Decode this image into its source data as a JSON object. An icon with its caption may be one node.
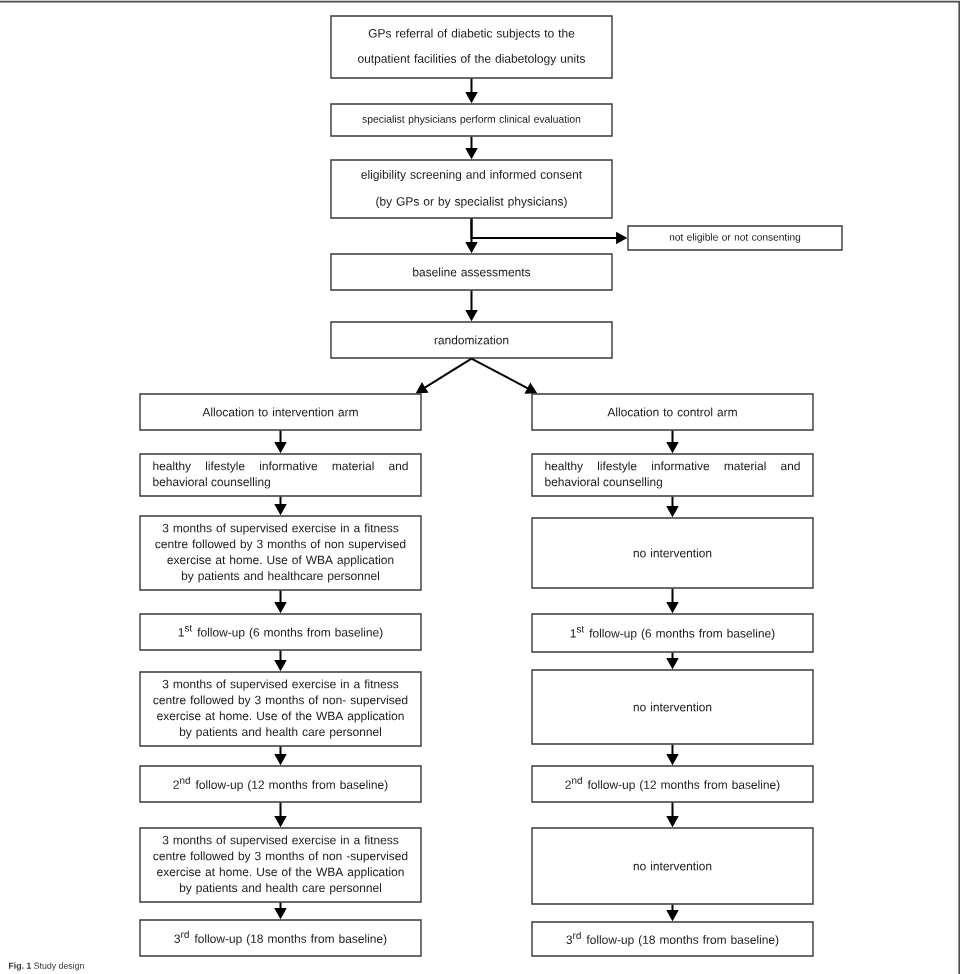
{
  "diagram": {
    "caption": "**Fig. 1** Study design",
    "nodes": [
      {
        "text": [
          "GPs referral of diabetic subjects to the outpatient facilities of the diabetology units"
        ]
      },
      {
        "text": [
          "specialist physicians perform clinical evaluation"
        ]
      },
      {
        "text": [
          "eligibility screening and informed consent (by GPs or by specialist physicians)"
        ]
      },
      {
        "text": [
          "not eligible or not consenting"
        ]
      },
      {
        "text": [
          "baseline assessments"
        ]
      },
      {
        "text": [
          "randomization"
        ]
      },
      {
        "text": [
          "Allocation to intervention arm"
        ]
      },
      {
        "text": [
          "Allocation to control arm"
        ]
      },
      {
        "text": [
          "healthy lifestyle informative material and behavioral counselling"
        ]
      },
      {
        "text": [
          "3 months of supervised exercise in a fitness centre followed by 3 months of non supervised exercise at home. Use of WBA application by patients and healthcare personnel"
        ]
      },
      {
        "text": [
          "1$^{st}$ follow-up (6 months from baseline)"
        ]
      },
      {
        "text": [
          "3 months of supervised exercise in a fitness centre followed by 3 months of non- supervised exercise at home. Use of the WBA application by patients and health care personnel"
        ]
      },
      {
        "text": [
          "2$^{nd}$ follow-up (12 months from baseline)"
        ]
      },
      {
        "text": [
          "3 months of supervised exercise in a fitness centre followed by 3 months of non -supervised exercise at home. Use of the WBA application by patients and health care personnel"
        ]
      },
      {
        "text": [
          "3$^{rd}$ follow-up (18 months from baseline)"
        ]
      },
      {
        "text": [
          "healthy lifestyle informative material and behavioral counselling"
        ]
      },
      {
        "text": [
          "no intervention"
        ]
      },
      {
        "text": [
          "1$^{st}$ follow-up (6 months from baseline)"
        ]
      },
      {
        "text": [
          "no intervention"
        ]
      },
      {
        "text": [
          "2$^{nd}$ follow-up (12 months from baseline)"
        ]
      },
      {
        "text": [
          "no intervention"
        ]
      },
      {
        "text": [
          "3$^{rd}$ follow-up (18 months from baseline)"
        ]
      }
    ],
    "edges": [
      {
        "from": 0,
        "to": 1,
        "arrow": "to"
      },
      {
        "from": 1,
        "to": 2,
        "arrow": "to"
      },
      {
        "from": 2,
        "to": 4,
        "arrow": "to"
      },
      {
        "from": 2,
        "to": 3,
        "arrow": "to"
      },
      {
        "from": 4,
        "to": 5,
        "arrow": "to"
      },
      {
        "from": 5,
        "to": 6,
        "arrow": "to"
      },
      {
        "from": 5,
        "to": 7,
        "arrow": "to"
      },
      {
        "from": 6,
        "to": 8,
        "arrow": "to"
      },
      {
        "from": 8,
        "to": 9,
        "arrow": "to"
      },
      {
        "from": 9,
        "to": 10,
        "arrow": "to"
      },
      {
        "from": 10,
        "to": 11,
        "arrow": "to"
      },
      {
        "from": 11,
        "to": 12,
        "arrow": "to"
      },
      {
        "from": 12,
        "to": 13,
        "arrow": "to"
      },
      {
        "from": 13,
        "to": 14,
        "arrow": "to"
      },
      {
        "from": 7,
        "to": 15,
        "arrow": "to"
      },
      {
        "from": 15,
        "to": 16,
        "arrow": "to"
      },
      {
        "from": 16,
        "to": 17,
        "arrow": "to"
      },
      {
        "from": 17,
        "to": 18,
        "arrow": "to"
      },
      {
        "from": 18,
        "to": 19,
        "arrow": "to"
      },
      {
        "from": 19,
        "to": 20,
        "arrow": "to"
      },
      {
        "from": 20,
        "to": 21,
        "arrow": "to"
      }
    ]
  }
}
